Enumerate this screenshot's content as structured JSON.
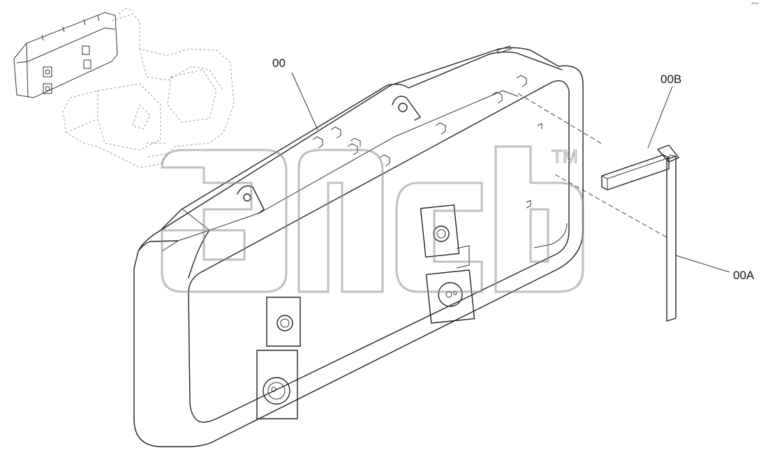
{
  "callouts": {
    "counterweight": "00",
    "bracket": "00B",
    "bar": "00A"
  },
  "watermark": {
    "trademark": "TM"
  },
  "corner_mark": "°°°"
}
